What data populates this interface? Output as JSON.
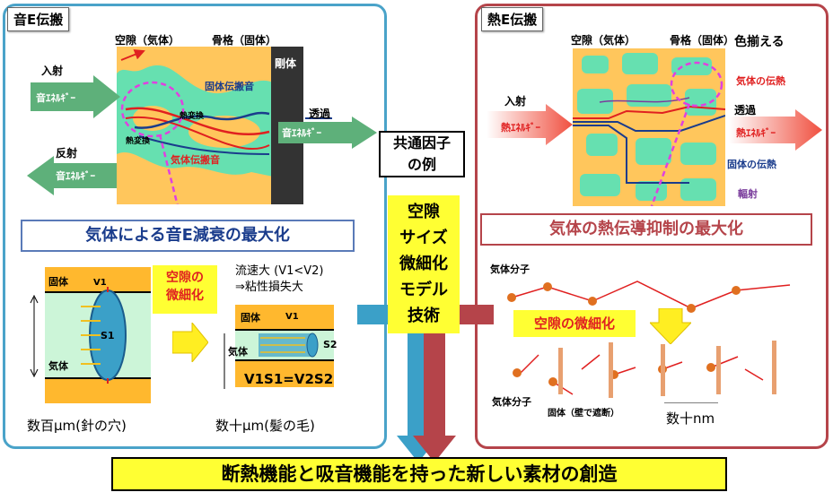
{
  "left": {
    "tag": "音E伝搬",
    "label_gap": "空隙（気体）",
    "label_skeleton": "骨格（固体）",
    "label_rigid": "剛体",
    "incident": "入射",
    "incident_energy": "音ｴﾈﾙｷﾞｰ",
    "reflect": "反射",
    "reflect_energy": "音ｴﾈﾙｷﾞｰ",
    "transmit": "透過",
    "transmit_energy": "音ｴﾈﾙｷﾞｰ",
    "solid_sound": "固体伝搬音",
    "gas_sound": "気体伝搬音",
    "heat_ex1": "熱変換",
    "heat_ex2": "熱変換",
    "title": "気体による音E減衰の最大化",
    "refine": "空隙の\n微細化",
    "solid_top": "固体",
    "gas_side": "気体",
    "v1": "V1",
    "s1": "S1",
    "flow_text1": "流速大 (V1<V2)",
    "flow_text2": "⇒粘性損失大",
    "solid_small": "固体",
    "gas_small": "気体",
    "v1b": "V1",
    "s2": "S2",
    "formula": "V1S1=V2S2",
    "size_big": "数百μm(針の穴)",
    "size_small": "数十μm(髪の毛)"
  },
  "center": {
    "common_factor": "共通因子\nの例",
    "gap_model": "空隙\nサイズ\n微細化\nモデル\n技術",
    "bottom_banner": "断熱機能と吸音機能を持った新しい素材の創造"
  },
  "right": {
    "tag": "熱E伝搬",
    "label_gap": "空隙（気体）",
    "label_skeleton": "骨格（固体）",
    "color_align": "色揃える",
    "incident": "入射",
    "incident_energy": "熱ｴﾈﾙｷﾞｰ",
    "transmit": "透過",
    "transmit_energy": "熱ｴﾈﾙｷﾞｰ",
    "gas_heat": "気体の伝熱",
    "solid_heat": "固体の伝熱",
    "radiation": "輻射",
    "title": "気体の熱伝導抑制の最大化",
    "molecule1": "気体分子",
    "refine": "空隙の微細化",
    "molecule2": "気体分子",
    "wall": "固体（壁で遮断）",
    "size": "数十nm"
  },
  "colors": {
    "left_border": "#4aa3c9",
    "right_border": "#b5444a",
    "solid_fill": "#ffc65c",
    "gas_fill": "#66e0b0",
    "banner_yellow": "#ffff33"
  }
}
